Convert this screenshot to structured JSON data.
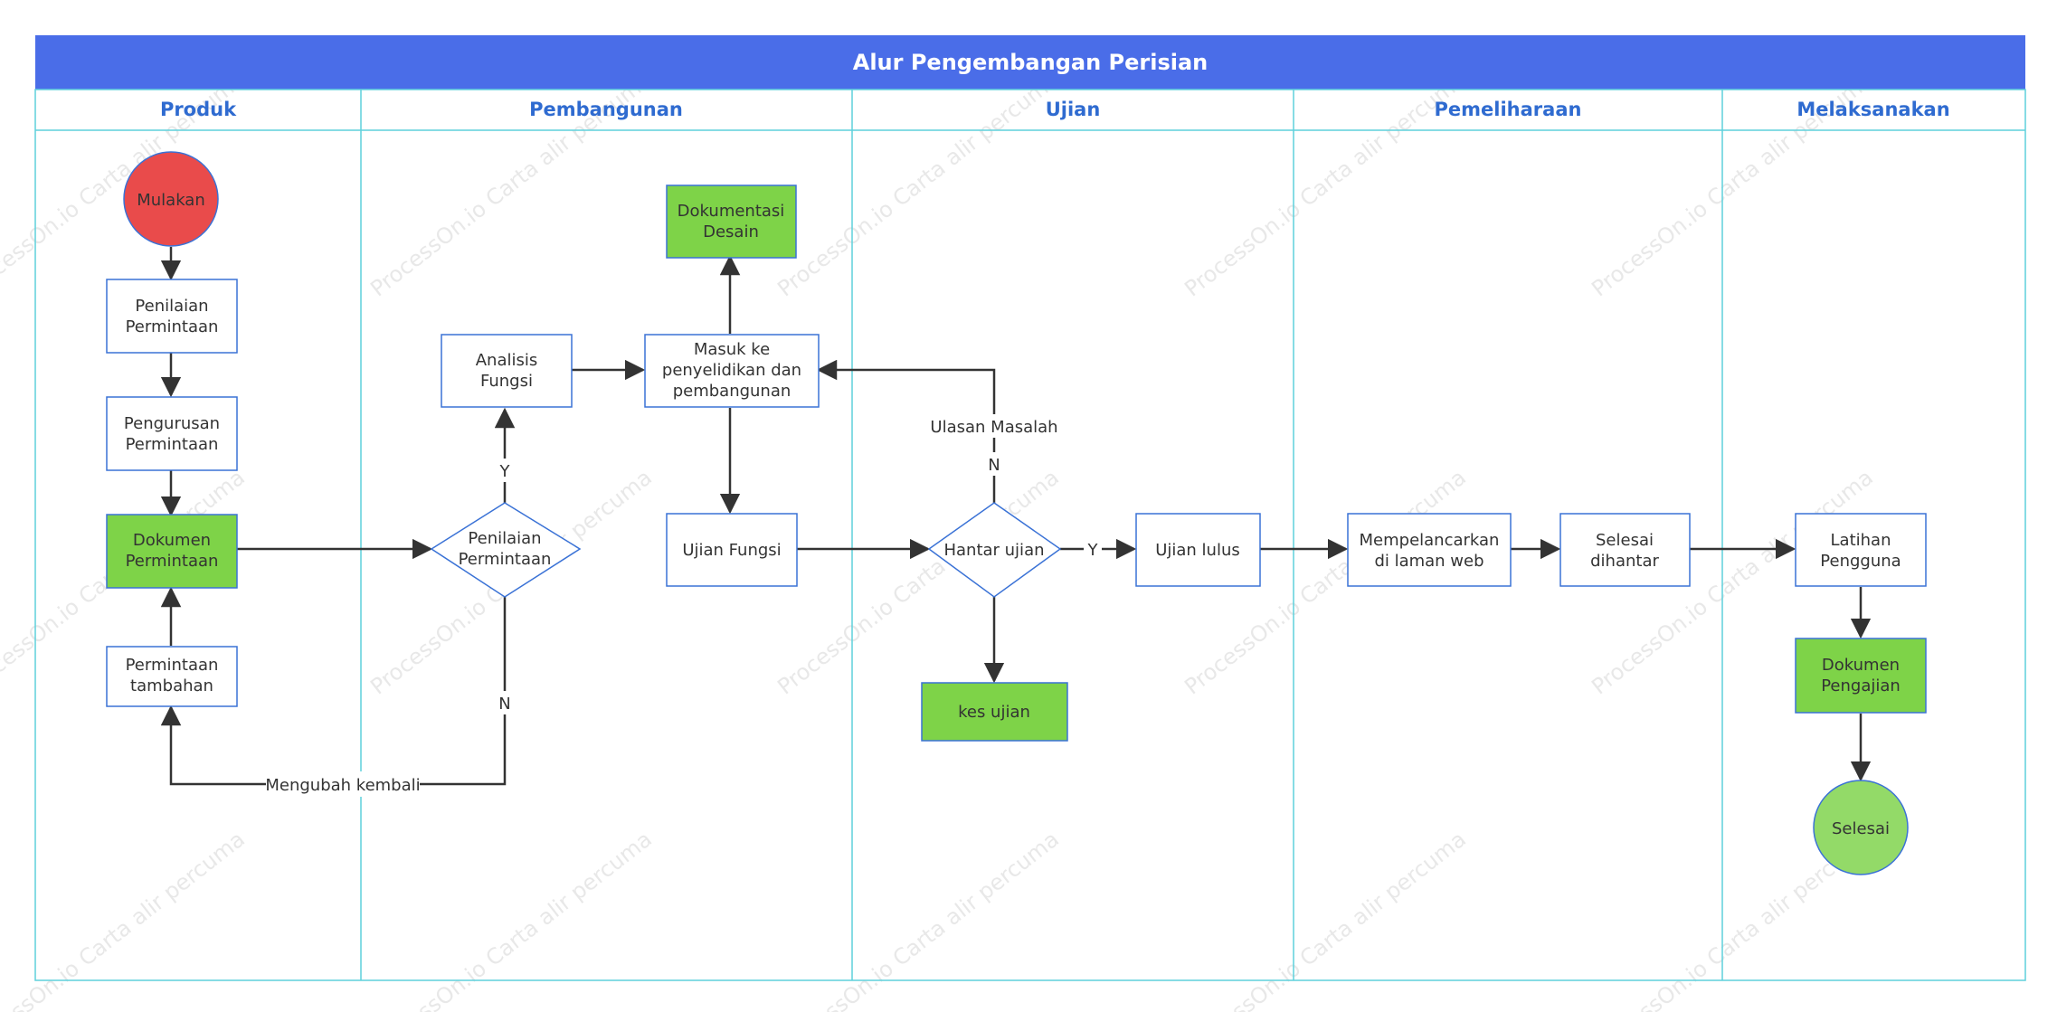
{
  "diagram": {
    "title": "Alur Pengembangan Perisian",
    "watermark_text": "ProcessOn.io Carta alir percuma",
    "colors": {
      "title_bar": "#4a6de8",
      "lane_line": "#5fd1dc",
      "lane_label": "#2f6bd0",
      "box_stroke": "#3a72d6",
      "green_fill": "#7ed348",
      "start_fill": "#e94b4b",
      "end_fill": "#93da68",
      "edge": "#333333"
    },
    "lanes": [
      {
        "id": "produk",
        "label": "Produk"
      },
      {
        "id": "pembangunan",
        "label": "Pembangunan"
      },
      {
        "id": "ujian",
        "label": "Ujian"
      },
      {
        "id": "pemeliharaan",
        "label": "Pemeliharaan"
      },
      {
        "id": "melaksanakan",
        "label": "Melaksanakan"
      }
    ],
    "nodes": [
      {
        "id": "mulakan",
        "lane": "produk",
        "shape": "circle",
        "style": "start",
        "label": "Mulakan"
      },
      {
        "id": "penilaian-permintaan-1",
        "lane": "produk",
        "shape": "rect",
        "style": "normal",
        "label": "Penilaian Permintaan"
      },
      {
        "id": "pengurusan-permintaan",
        "lane": "produk",
        "shape": "rect",
        "style": "normal",
        "label": "Pengurusan Permintaan"
      },
      {
        "id": "dokumen-permintaan",
        "lane": "produk",
        "shape": "rect",
        "style": "green",
        "label": "Dokumen Permintaan"
      },
      {
        "id": "permintaan-tambahan",
        "lane": "produk",
        "shape": "rect",
        "style": "normal",
        "label": "Permintaan tambahan"
      },
      {
        "id": "penilaian-permintaan-2",
        "lane": "pembangunan",
        "shape": "diamond",
        "style": "normal",
        "label": "Penilaian Permintaan"
      },
      {
        "id": "analisis-fungsi",
        "lane": "pembangunan",
        "shape": "rect",
        "style": "normal",
        "label": "Analisis Fungsi"
      },
      {
        "id": "masuk-ke",
        "lane": "pembangunan",
        "shape": "rect",
        "style": "normal",
        "label": "Masuk ke penyelidikan dan pembangunan"
      },
      {
        "id": "dokumentasi-desain",
        "lane": "pembangunan",
        "shape": "rect",
        "style": "green",
        "label": "Dokumentasi Desain"
      },
      {
        "id": "ujian-fungsi",
        "lane": "pembangunan",
        "shape": "rect",
        "style": "normal",
        "label": "Ujian Fungsi"
      },
      {
        "id": "hantar-ujian",
        "lane": "ujian",
        "shape": "diamond",
        "style": "normal",
        "label": "Hantar ujian"
      },
      {
        "id": "kes-ujian",
        "lane": "ujian",
        "shape": "rect",
        "style": "green",
        "label": "kes ujian"
      },
      {
        "id": "ujian-lulus",
        "lane": "ujian",
        "shape": "rect",
        "style": "normal",
        "label": "Ujian lulus"
      },
      {
        "id": "mempelancarkan",
        "lane": "pemeliharaan",
        "shape": "rect",
        "style": "normal",
        "label": "Mempelancarkan di laman web"
      },
      {
        "id": "selesai-dihantar",
        "lane": "pemeliharaan",
        "shape": "rect",
        "style": "normal",
        "label": "Selesai dihantar"
      },
      {
        "id": "latihan-pengguna",
        "lane": "melaksanakan",
        "shape": "rect",
        "style": "normal",
        "label": "Latihan Pengguna"
      },
      {
        "id": "dokumen-pengajian",
        "lane": "melaksanakan",
        "shape": "rect",
        "style": "green",
        "label": "Dokumen Pengajian"
      },
      {
        "id": "selesai",
        "lane": "melaksanakan",
        "shape": "circle",
        "style": "end",
        "label": "Selesai"
      }
    ],
    "edges": [
      {
        "from": "mulakan",
        "to": "penilaian-permintaan-1",
        "label": ""
      },
      {
        "from": "penilaian-permintaan-1",
        "to": "pengurusan-permintaan",
        "label": ""
      },
      {
        "from": "pengurusan-permintaan",
        "to": "dokumen-permintaan",
        "label": ""
      },
      {
        "from": "permintaan-tambahan",
        "to": "dokumen-permintaan",
        "label": ""
      },
      {
        "from": "dokumen-permintaan",
        "to": "penilaian-permintaan-2",
        "label": ""
      },
      {
        "from": "penilaian-permintaan-2",
        "to": "analisis-fungsi",
        "label": "Y"
      },
      {
        "from": "penilaian-permintaan-2",
        "to": "permintaan-tambahan",
        "label": "N",
        "label2": "Mengubah kembali"
      },
      {
        "from": "analisis-fungsi",
        "to": "masuk-ke",
        "label": ""
      },
      {
        "from": "masuk-ke",
        "to": "dokumentasi-desain",
        "label": ""
      },
      {
        "from": "masuk-ke",
        "to": "ujian-fungsi",
        "label": ""
      },
      {
        "from": "ujian-fungsi",
        "to": "hantar-ujian",
        "label": ""
      },
      {
        "from": "hantar-ujian",
        "to": "masuk-ke",
        "label": "N",
        "label2": "Ulasan Masalah"
      },
      {
        "from": "hantar-ujian",
        "to": "ujian-lulus",
        "label": "Y"
      },
      {
        "from": "hantar-ujian",
        "to": "kes-ujian",
        "label": ""
      },
      {
        "from": "ujian-lulus",
        "to": "mempelancarkan",
        "label": ""
      },
      {
        "from": "mempelancarkan",
        "to": "selesai-dihantar",
        "label": ""
      },
      {
        "from": "selesai-dihantar",
        "to": "latihan-pengguna",
        "label": ""
      },
      {
        "from": "latihan-pengguna",
        "to": "dokumen-pengajian",
        "label": ""
      },
      {
        "from": "dokumen-pengajian",
        "to": "selesai",
        "label": ""
      }
    ]
  }
}
